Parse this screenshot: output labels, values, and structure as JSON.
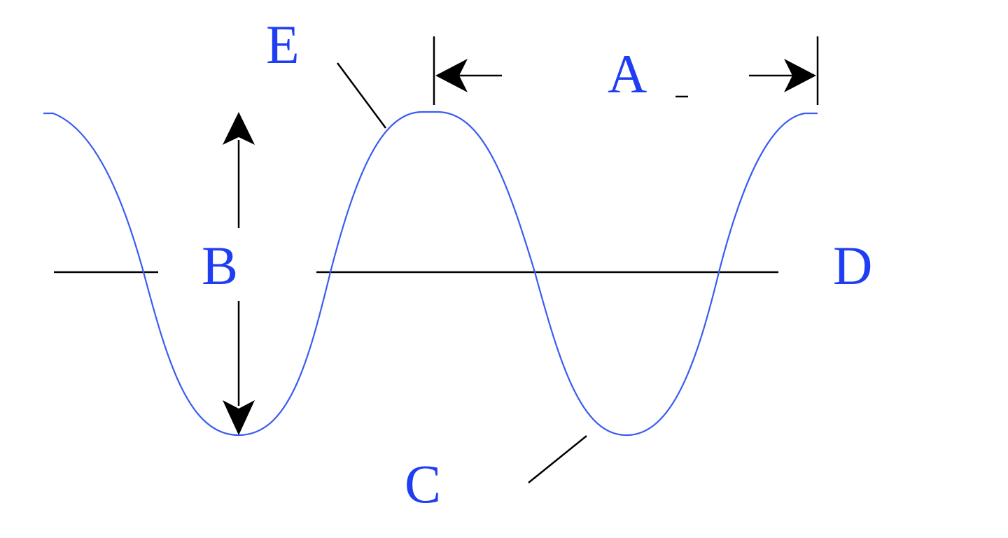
{
  "labels": {
    "a": "A",
    "b": "B",
    "c": "C",
    "d": "D",
    "e": "E"
  },
  "colors": {
    "wave": "#3a5cf2",
    "label_text": "#1f3df2",
    "lines": "#000000",
    "background": "#ffffff"
  }
}
